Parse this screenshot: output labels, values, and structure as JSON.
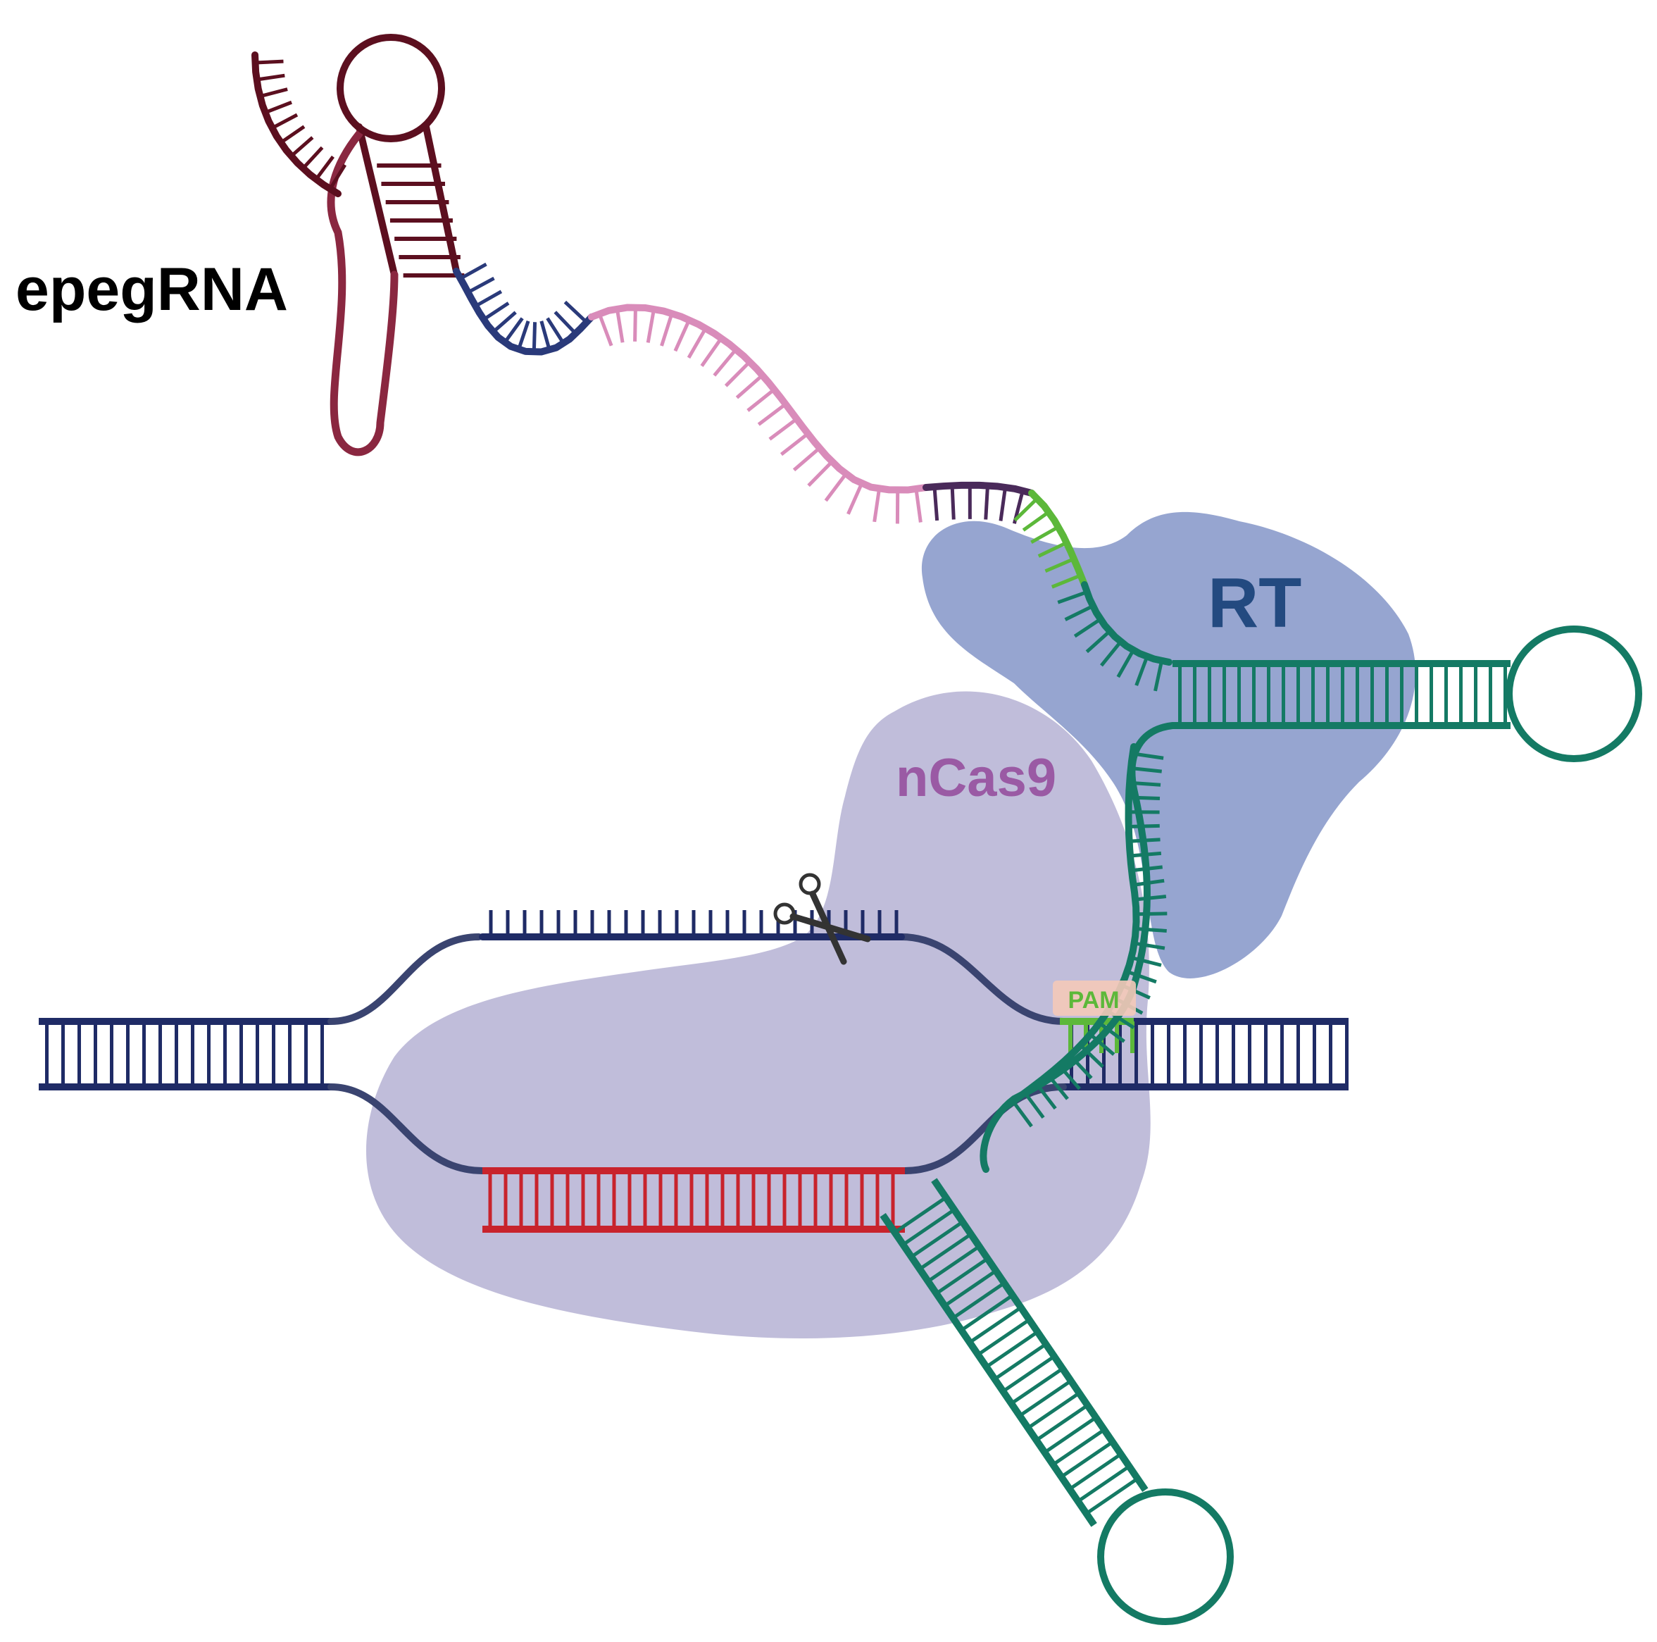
{
  "labels": {
    "epegrna": "epegRNA",
    "rt": "RT",
    "ncas9": "nCas9",
    "pam": "PAM"
  },
  "icons": {
    "scissors": "scissors-icon"
  },
  "colors": {
    "dna": "#1f2b66",
    "dna_soft": "#3a4470",
    "nicked_strand": "#c8232c",
    "scaffold_dark": "#5c0f1f",
    "scaffold_mid": "#8a2740",
    "spacer": "#2a3a7a",
    "pbs_rt_pink": "#d98cba",
    "linker_dark": "#4a2a5a",
    "pam_green": "#5cb83a",
    "motif_teal": "#147a64",
    "ncas9_fill": "#b9b6d6",
    "rt_fill": "#8799c9",
    "rt_text": "#234a80",
    "ncas9_text": "#9a5aa4",
    "pam_box": "#f4c9b8"
  }
}
